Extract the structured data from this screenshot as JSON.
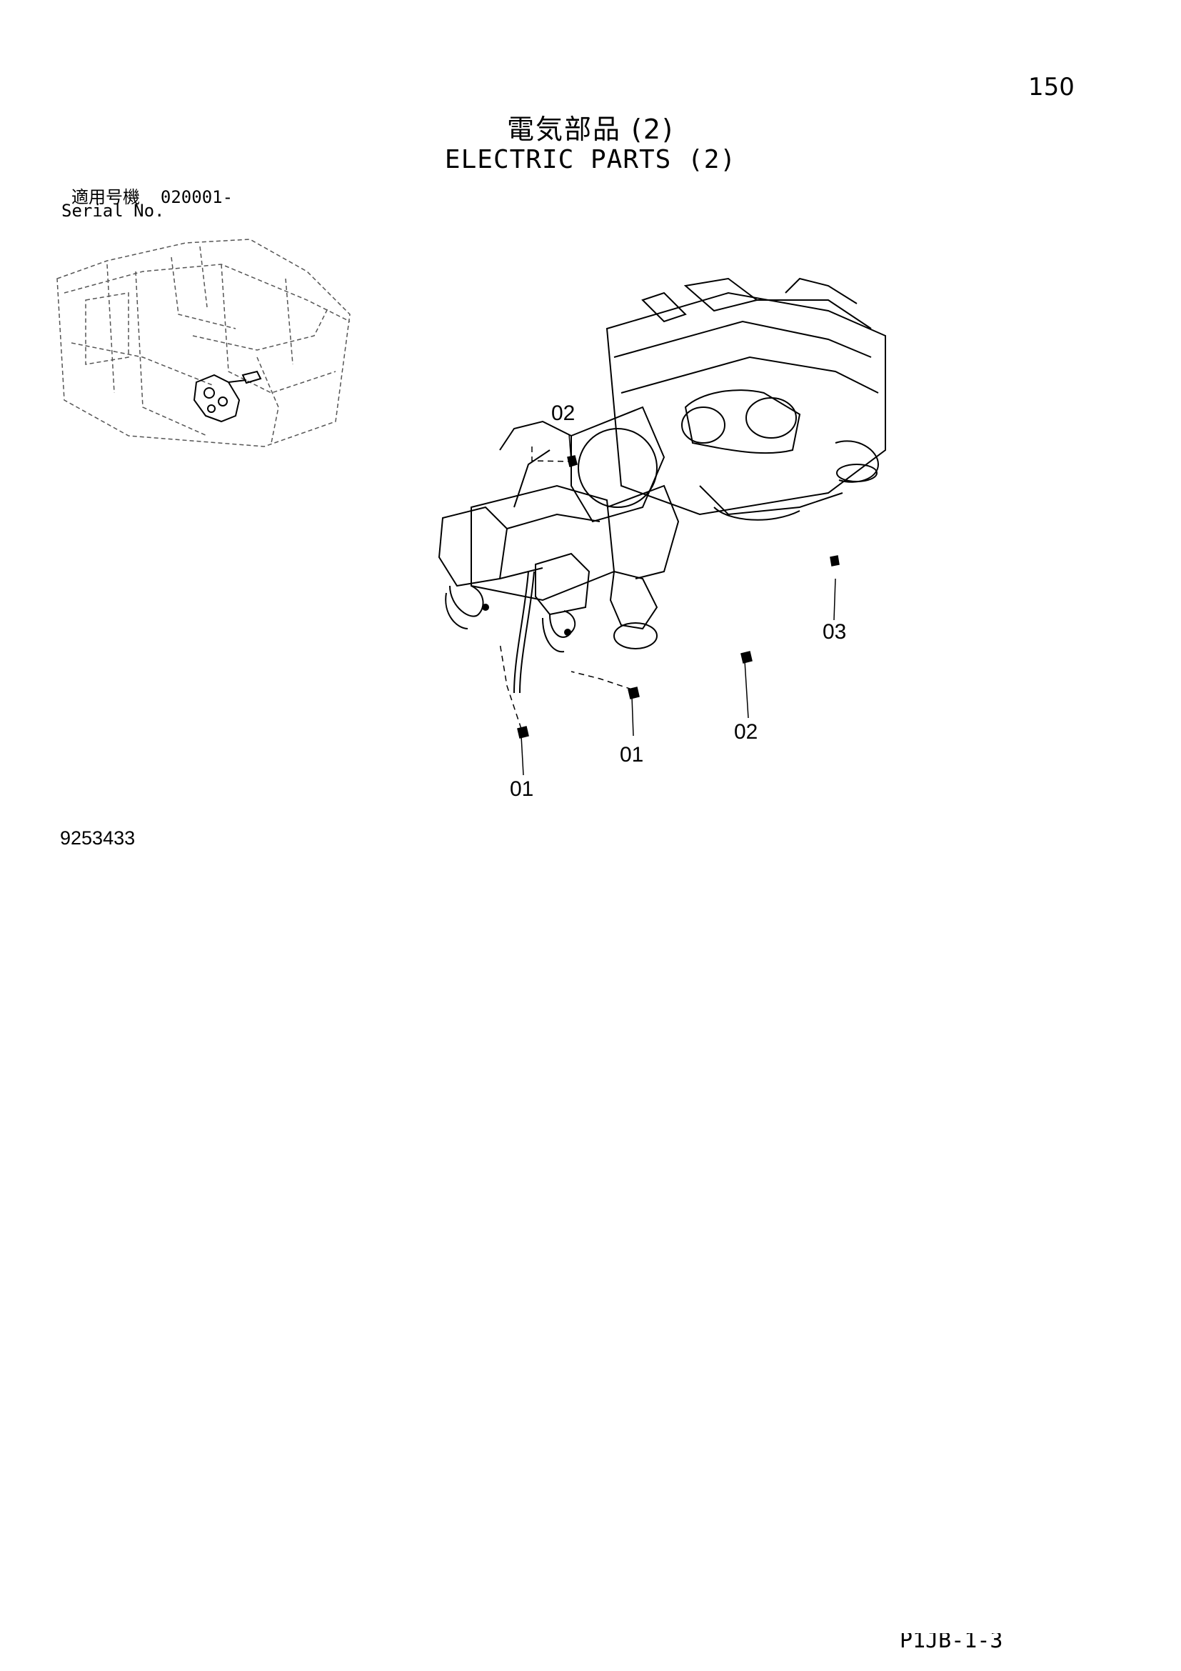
{
  "header": {
    "page_number": "150",
    "title_jp": "電気部品 (2)",
    "title_en": "ELECTRIC PARTS (2)"
  },
  "serial": {
    "label_jp": "適用号機",
    "value": "020001-",
    "label_en": "Serial No."
  },
  "illustration": {
    "callouts": [
      {
        "label": "02"
      },
      {
        "label": "03"
      },
      {
        "label": "02"
      },
      {
        "label": "01"
      },
      {
        "label": "01"
      }
    ]
  },
  "footer": {
    "drawing_number": "9253433",
    "page_code": "P1JB-1-3"
  }
}
